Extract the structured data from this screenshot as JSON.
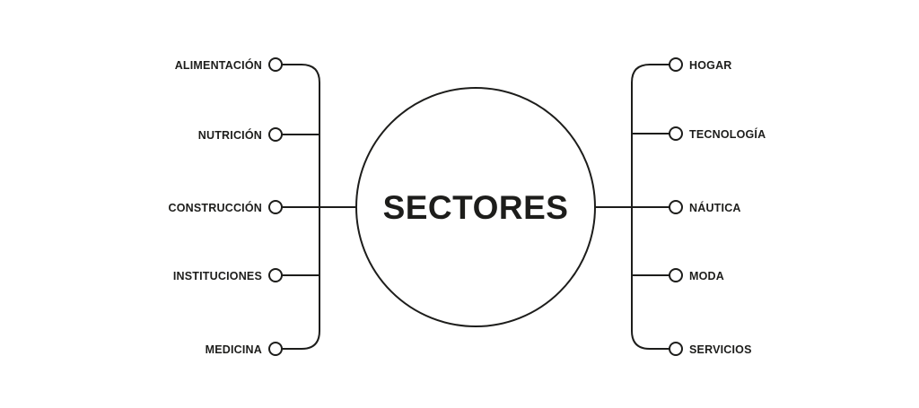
{
  "center": {
    "title": "SECTORES"
  },
  "left_items": [
    {
      "label": "ALIMENTACIÓN"
    },
    {
      "label": "NUTRICIÓN"
    },
    {
      "label": "CONSTRUCCIÓN"
    },
    {
      "label": "INSTITUCIONES"
    },
    {
      "label": "MEDICINA"
    }
  ],
  "right_items": [
    {
      "label": "HOGAR"
    },
    {
      "label": "TECNOLOGÍA"
    },
    {
      "label": "NÁUTICA"
    },
    {
      "label": "MODA"
    },
    {
      "label": "SERVICIOS"
    }
  ],
  "colors": {
    "line": "#1d1d1b",
    "background": "#ffffff"
  }
}
